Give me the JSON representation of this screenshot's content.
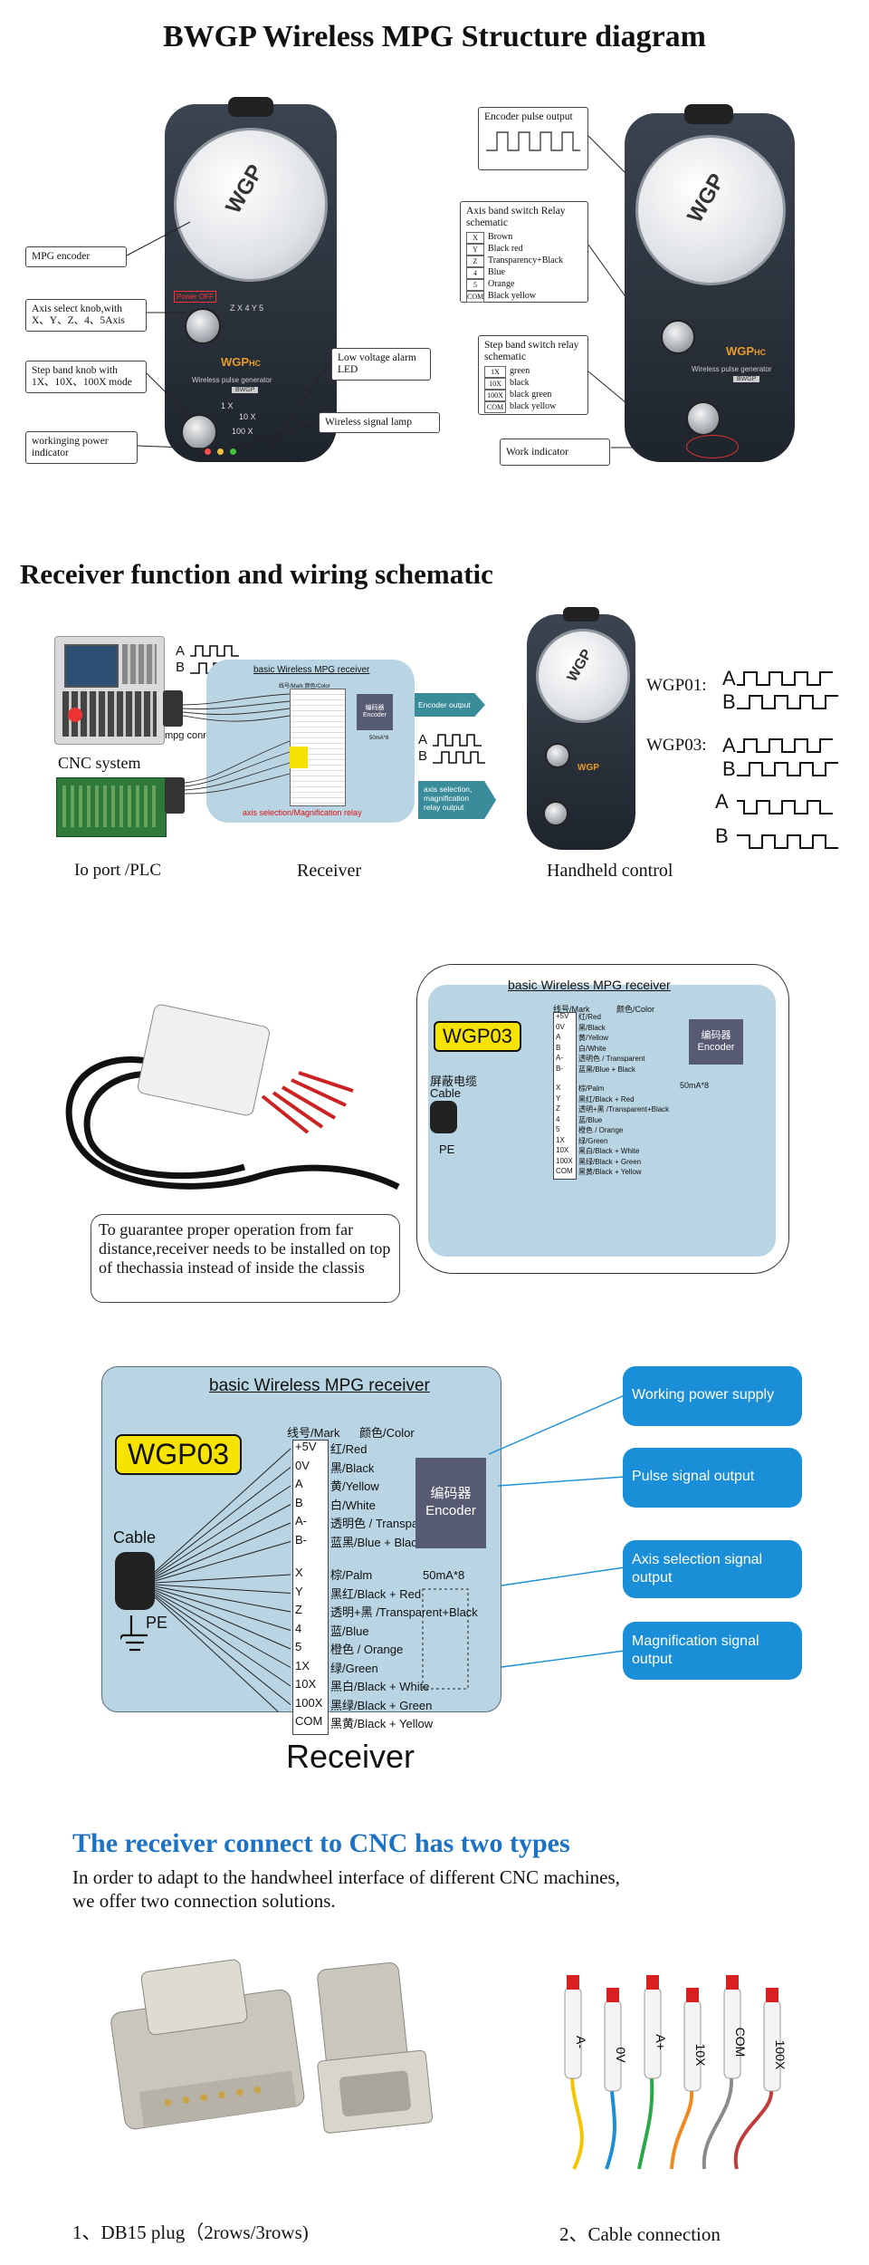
{
  "page_title": "BWGP Wireless MPG Structure diagram",
  "section1": {
    "left_callouts": [
      "MPG encoder",
      "Axis select knob,with X、Y、Z、4、5Axis",
      "Step band knob with 1X、10X、100X mode",
      "workinging power indicator"
    ],
    "middle_callouts": [
      "Low voltage alarm LED",
      "Wireless signal lamp"
    ],
    "right_callouts": {
      "encoder_pulse": "Encoder pulse output",
      "axis_band_title": "Axis band switch Relay schematic",
      "axis_rows": [
        {
          "pin": "X",
          "color": "Brown"
        },
        {
          "pin": "Y",
          "color": "Black red"
        },
        {
          "pin": "Z",
          "color": "Transparency+Black"
        },
        {
          "pin": "4",
          "color": "Blue"
        },
        {
          "pin": "5",
          "color": "Orange"
        },
        {
          "pin": "COM",
          "color": "Black yellow"
        }
      ],
      "step_band_title": "Step band switch relay schematic",
      "step_rows": [
        {
          "pin": "1X",
          "color": "green"
        },
        {
          "pin": "10X",
          "color": "black"
        },
        {
          "pin": "100X",
          "color": "black green"
        },
        {
          "pin": "COM",
          "color": "black yellow"
        }
      ],
      "work_indicator": "Work indicator"
    },
    "device_text": {
      "power": "Power OFF",
      "brand": "WGP",
      "brand_sub": "HC",
      "model": "Wireless pulse generator",
      "model_tag": "BWGP",
      "x1": "1 X",
      "x10": "10 X",
      "x100": "100 X",
      "axes": "Z X 4 Y 5"
    }
  },
  "section2": {
    "title": "Receiver function and wiring schematic",
    "cnc_label": "CNC system",
    "io_label": "Io port /PLC",
    "receiver_label": "Receiver",
    "handheld_label": "Handheld control",
    "mpg_port": "mpg connect port",
    "mini_receiver_title": "basic Wireless MPG receiver",
    "encoder_output": "Encoder output",
    "axis_relay_output": "axis selection, magnification relay output",
    "axis_mag_relay": "axis selection/Magnification relay",
    "mini_encoder": "编码器 Encoder",
    "mini_mark_header": "线号/Mark  颜色/Color",
    "mini_50ma": "50mA*8",
    "wgp01": "WGP01:",
    "wgp03": "WGP03:",
    "signal_a": "A",
    "signal_b": "B"
  },
  "section3": {
    "note": "To guarantee proper operation from far distance,receiver needs to be installed on  top of thechassia instead of inside the classis",
    "shield_label": "屏蔽电缆",
    "pe_label": "PE"
  },
  "receiver": {
    "title": "basic Wireless MPG receiver",
    "model": "WGP03",
    "header_mark": "线号/Mark",
    "header_color": "颜色/Color",
    "cable": "Cable",
    "pe": "PE",
    "encoder_cn": "编码器",
    "encoder_en": "Encoder",
    "relay_label": "50mA*8",
    "encoder_rows": [
      {
        "pin": "+5V",
        "color": "红/Red"
      },
      {
        "pin": "0V",
        "color": "黑/Black"
      },
      {
        "pin": "A",
        "color": "黄/Yellow"
      },
      {
        "pin": "B",
        "color": "白/White"
      },
      {
        "pin": "A-",
        "color": "透明色 / Transparent"
      },
      {
        "pin": "B-",
        "color": "蓝黑/Blue + Black"
      }
    ],
    "relay_rows": [
      {
        "pin": "X",
        "color": "棕/Palm"
      },
      {
        "pin": "Y",
        "color": "黑红/Black + Red"
      },
      {
        "pin": "Z",
        "color": "透明+黑 /Transparent+Black"
      },
      {
        "pin": "4",
        "color": "蓝/Blue"
      },
      {
        "pin": "5",
        "color": "橙色 / Orange"
      },
      {
        "pin": "1X",
        "color": "绿/Green"
      },
      {
        "pin": "10X",
        "color": "黑白/Black + White"
      },
      {
        "pin": "100X",
        "color": "黑绿/Black + Green"
      },
      {
        "pin": "COM",
        "color": "黑黄/Black + Yellow"
      }
    ],
    "functions": [
      "Working power supply",
      "Pulse signal output",
      "Axis selection signal output",
      "Magnification signal output"
    ],
    "caption": "Receiver"
  },
  "section5": {
    "title": "The receiver connect to CNC has two types",
    "subtitle_line1": "In order to adapt to the handwheel interface of different CNC machines,",
    "subtitle_line2": "we offer two connection solutions.",
    "caption1": "1、DB15 plug（2rows/3rows)",
    "caption2": "2、Cable connection",
    "cable_labels": [
      "A-",
      "0V",
      "A+",
      "10X",
      "COM",
      "100X"
    ]
  },
  "colors": {
    "accent_blue": "#1a8fd8",
    "panel_blue": "#b9d5e3",
    "model_yellow": "#f6e400",
    "encoder_box": "#565a72",
    "title_blue": "#1c72c4"
  }
}
